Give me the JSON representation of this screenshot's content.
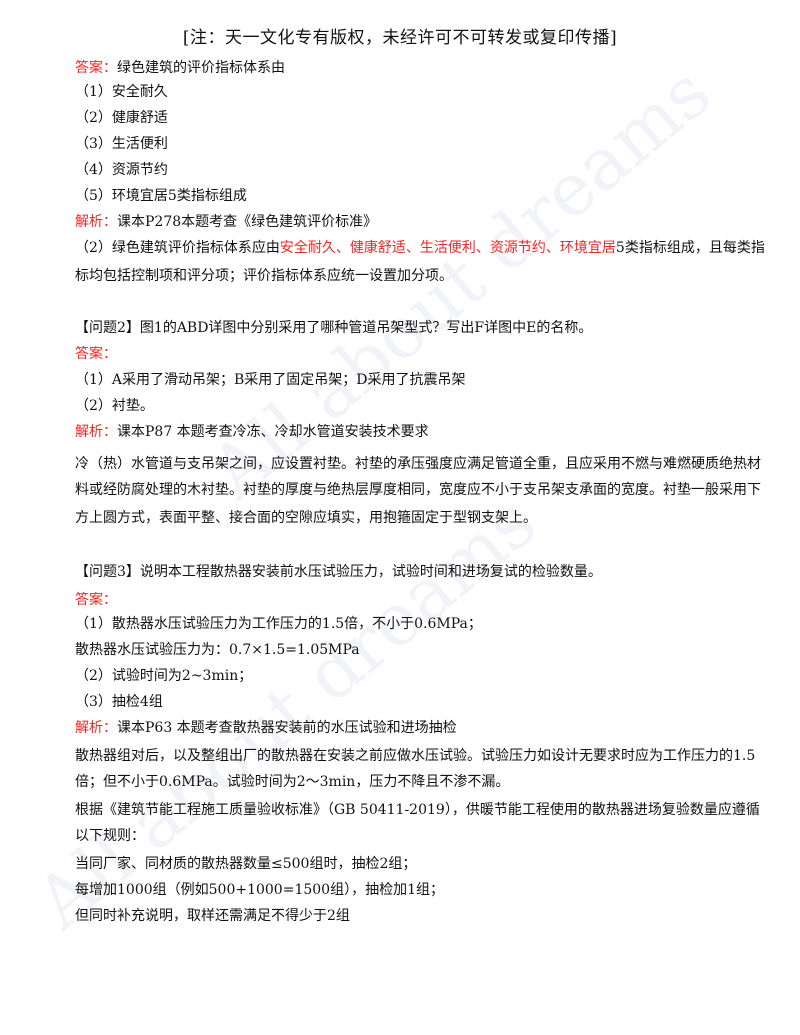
{
  "header": "[注：天一文化专有版权，未经许可不可转发或复印传播]",
  "watermark": "All about dreams",
  "colors": {
    "accent": "#ff2222",
    "text": "#111111"
  },
  "lines": [
    [
      {
        "t": "答案：",
        "c": "red"
      },
      {
        "t": "绿色建筑的评价指标体系由"
      }
    ],
    [
      {
        "t": "（1）安全耐久"
      }
    ],
    [
      {
        "t": "（2）健康舒适"
      }
    ],
    [
      {
        "t": "（3）生活便利"
      }
    ],
    [
      {
        "t": "（4）资源节约"
      }
    ],
    [
      {
        "t": "（5）环境宜居5类指标组成"
      }
    ],
    [
      {
        "t": "解析：",
        "c": "red"
      },
      {
        "t": "课本P278本题考查《绿色建筑评价标准》"
      }
    ],
    [
      {
        "t": "（2）绿色建筑评价指标体系应由"
      },
      {
        "t": "安全耐久、健康舒适、生活便利、资源节约、环境宜居",
        "c": "red"
      },
      {
        "t": "5类指标组成，且每类指"
      }
    ],
    [
      {
        "t": "标均包括控制项和评分项；评价指标体系应统一设置加分项。"
      }
    ],
    [
      {
        "t": "【问题2】图1的ABD详图中分别采用了哪种管道吊架型式？写出F详图中E的名称。"
      }
    ],
    [
      {
        "t": "答案：",
        "c": "red"
      }
    ],
    [
      {
        "t": "（1）A采用了滑动吊架；B采用了固定吊架；D采用了抗震吊架"
      }
    ],
    [
      {
        "t": "（2）衬垫。"
      }
    ],
    [
      {
        "t": "解析：",
        "c": "red"
      },
      {
        "t": "课本P87 本题考查冷冻、冷却水管道安装技术要求"
      }
    ],
    [
      {
        "t": "冷（热）水管道与支吊架之间，应设置衬垫。衬垫的承压强度应满足管道全重，且应采用不燃与难燃硬质绝热材"
      }
    ],
    [
      {
        "t": "料或经防腐处理的木衬垫。衬垫的厚度与绝热层厚度相同，宽度应不小于支吊架支承面的宽度。衬垫一般采用下"
      }
    ],
    [
      {
        "t": "方上圆方式，表面平整、接合面的空隙应填实，用抱箍固定于型钢支架上。"
      }
    ],
    [
      {
        "t": "【问题3】说明本工程散热器安装前水压试验压力，试验时间和进场复试的检验数量。"
      }
    ],
    [
      {
        "t": "答案：",
        "c": "red"
      }
    ],
    [
      {
        "t": "（1）散热器水压试验压力为工作压力的1.5倍，不小于0.6MPa；"
      }
    ],
    [
      {
        "t": "散热器水压试验压力为：0.7×1.5=1.05MPa"
      }
    ],
    [
      {
        "t": "（2）试验时间为2~3min；"
      }
    ],
    [
      {
        "t": "（3）抽检4组"
      }
    ],
    [
      {
        "t": "解析：",
        "c": "red"
      },
      {
        "t": "课本P63 本题考查散热器安装前的水压试验和进场抽检"
      }
    ],
    [
      {
        "t": "散热器组对后，以及整组出厂的散热器在安装之前应做水压试验。试验压力如设计无要求时应为工作压力的1.5"
      }
    ],
    [
      {
        "t": "倍；但不小于0.6MPa。试验时间为2～3min，压力不降且不渗不漏。"
      }
    ],
    [
      {
        "t": "根据《建筑节能工程施工质量验收标准》（GB 50411-2019），供暖节能工程使用的散热器进场复验数量应遵循"
      }
    ],
    [
      {
        "t": "以下规则："
      }
    ],
    [
      {
        "t": "当同厂家、同材质的散热器数量≤500组时，抽检2组；"
      }
    ],
    [
      {
        "t": "每增加1000组（例如500+1000=1500组），抽检加1组；"
      }
    ],
    [
      {
        "t": "但同时补充说明，取样还需满足不得少于2组"
      }
    ]
  ]
}
